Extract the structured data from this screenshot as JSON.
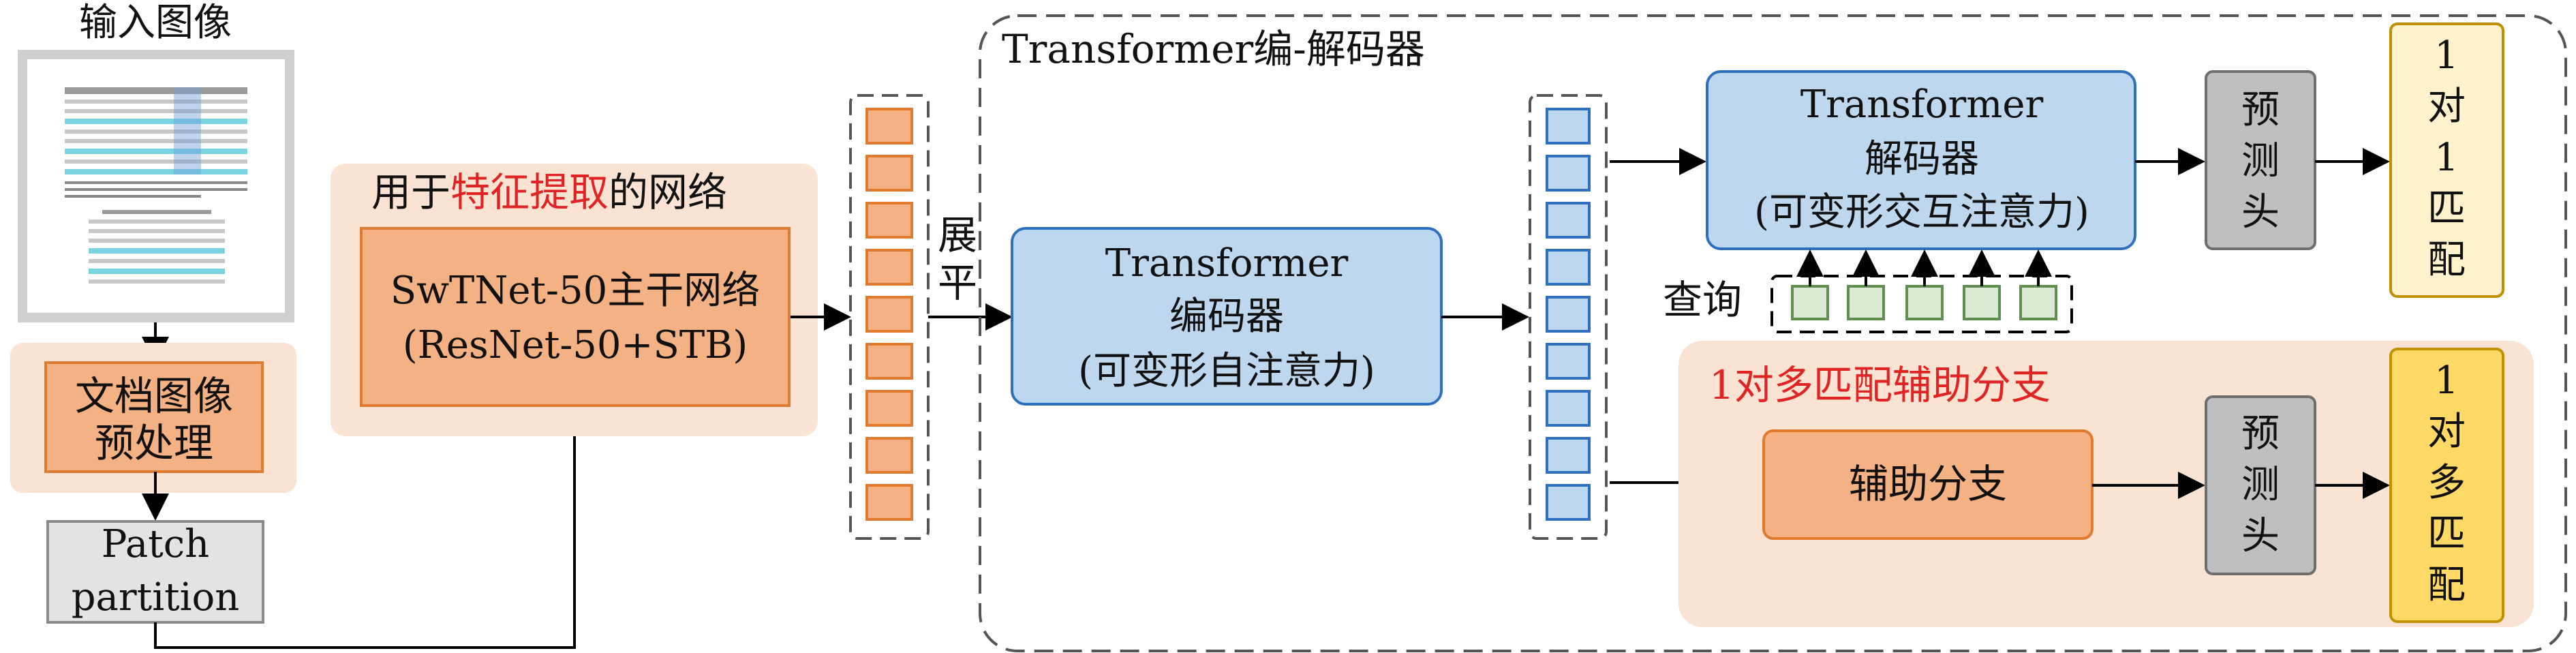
{
  "input_image": {
    "title": "输入图像"
  },
  "preprocess": {
    "label_line1": "文档图像",
    "label_line2": "预处理"
  },
  "patch": {
    "label_line1": "Patch",
    "label_line2": "partition"
  },
  "feature_net": {
    "title_prefix": "用于",
    "title_highlight": "特征提取",
    "title_suffix": "的网络",
    "box_line1": "SwTNet-50主干网络",
    "box_line2": "(ResNet-50+STB)"
  },
  "flatten": {
    "line1": "展",
    "line2": "平"
  },
  "transformer_group": {
    "title": "Transformer编-解码器"
  },
  "encoder": {
    "line1": "Transformer",
    "line2": "编码器",
    "line3": "(可变形自注意力)"
  },
  "decoder": {
    "line1": "Transformer",
    "line2": "解码器",
    "line3": "(可变形交互注意力)"
  },
  "query": {
    "label": "查询"
  },
  "pred_head_top": {
    "line1": "预",
    "line2": "测",
    "line3": "头"
  },
  "one_to_one": {
    "line1": "1",
    "line2": "对",
    "line3": "1",
    "line4": "匹",
    "line5": "配"
  },
  "aux_branch_group": {
    "title": "1对多匹配辅助分支"
  },
  "aux_branch": {
    "label": "辅助分支"
  },
  "pred_head_bottom": {
    "line1": "预",
    "line2": "测",
    "line3": "头"
  },
  "one_to_many": {
    "line1": "1",
    "line2": "对",
    "line3": "多",
    "line4": "匹",
    "line5": "配"
  },
  "colors": {
    "peach_bg": "#fbe3d4",
    "orange_box": "#f4b183",
    "orange_border": "#e07a2f",
    "blue_box": "#bdd7ee",
    "blue_border": "#2f6fc0",
    "gray_box": "#bfbfbf",
    "light_yellow": "#fff2cc",
    "gold": "#ffd966",
    "gold_border": "#bf9000",
    "green_box": "#d9ead3",
    "red_text": "#e02424"
  }
}
